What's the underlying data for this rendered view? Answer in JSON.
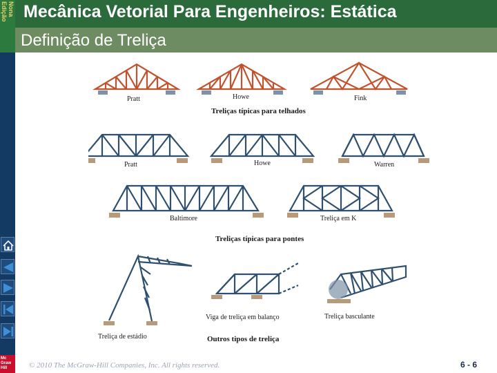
{
  "edition": {
    "line1": "Nona",
    "line2": "Edição"
  },
  "header": {
    "title": "Mecânica Vetorial Para Engenheiros: Estática"
  },
  "subheader": {
    "title": "Definição de Treliça"
  },
  "figure": {
    "roof": {
      "labels": [
        "Pratt",
        "Howe",
        "Fink"
      ],
      "caption": "Treliças típicas para telhados"
    },
    "bridge1": {
      "labels": [
        "Pratt",
        "Howe",
        "Warren"
      ]
    },
    "bridge2": {
      "labels": [
        "Baltimore",
        "Treliça em K"
      ],
      "caption": "Treliças típicas para pontes"
    },
    "other": {
      "labels": [
        "Treliça de estádio",
        "Viga de treliça em balanço",
        "Treliça basculante"
      ],
      "caption": "Outros tipos de treliça"
    }
  },
  "footer": {
    "copyright": "© 2010 The McGraw-Hill Companies, Inc. All rights reserved.",
    "page": "6 - 6"
  },
  "logo": {
    "text": "Mc Graw Hill"
  },
  "nav": {
    "icons": [
      "home-icon",
      "first-slide-icon",
      "next-slide-icon",
      "previous-slide-icon",
      "last-slide-icon",
      "exit-icon"
    ]
  },
  "colors": {
    "header": "#2b6a3a",
    "subheader": "#6e8c62",
    "sidebar": "#123a63",
    "truss_roof": "#c0522d",
    "truss_bridge": "#2f4f6f",
    "edition_text": "#e8d36b"
  }
}
